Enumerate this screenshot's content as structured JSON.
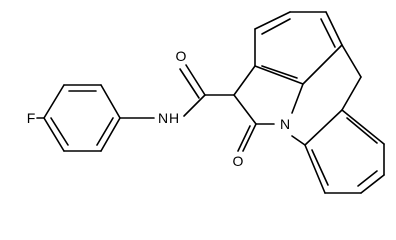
{
  "molecule": {
    "atoms": {
      "fluorine": "F",
      "amide_nitrogen": "N",
      "amide_hydrogen": "H",
      "carbonyl_oxygen_top": "O",
      "ring_nitrogen": "N",
      "lactam_oxygen": "O"
    }
  }
}
